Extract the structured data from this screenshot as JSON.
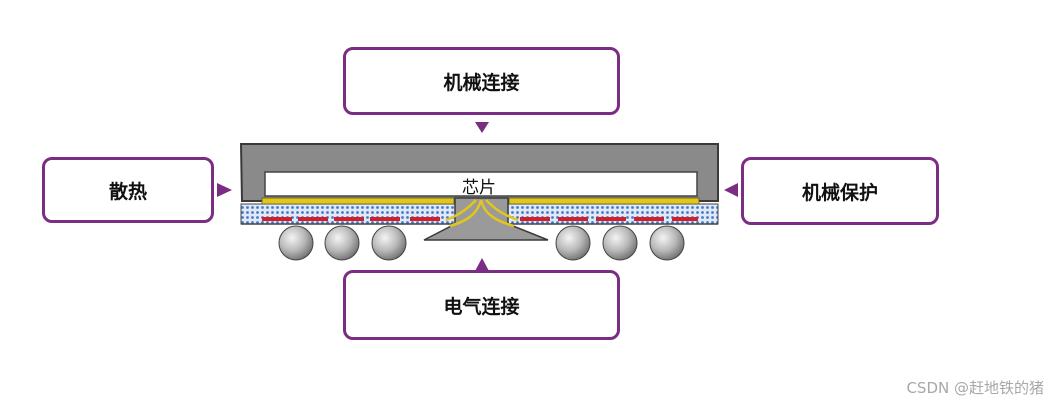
{
  "callouts": {
    "mechanical_connection": "机械连接",
    "electrical_connection": "电气连接",
    "heat_dissipation": "散热",
    "mechanical_protection": "机械保护"
  },
  "chip_label": "芯片",
  "watermark": "CSDN @赶地铁的猪",
  "colors": {
    "callout_border": "#7b2d83",
    "mold": "#8a8a8a",
    "substrate": "#4a78c8",
    "die_attach": "#e3c61b",
    "pads": "#d21f2a",
    "solder_ball": "#b0b0b0"
  }
}
